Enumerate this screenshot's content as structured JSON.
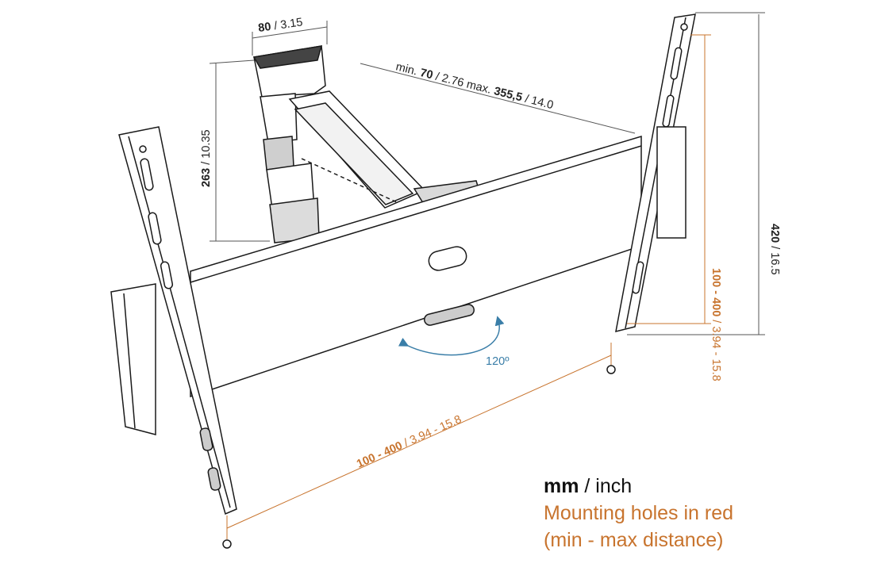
{
  "colors": {
    "line": "#1a1a1a",
    "dim": "#555555",
    "accent": "#c8742e",
    "rotation": "#3a7ea8"
  },
  "dims": {
    "arm_width": {
      "value": "80",
      "sep": " / ",
      "alt": "3.15"
    },
    "arm_depth": {
      "prefix": "min. ",
      "min": "70",
      "mid": " / 2.76 max. ",
      "max": "355,5",
      "suffix": "  / 14.0"
    },
    "arm_height": {
      "value": "263",
      "sep": " / ",
      "alt": "10.35"
    },
    "plate_height": {
      "value": "420",
      "sep": " / ",
      "alt": "16.5"
    },
    "vertical_holes": {
      "value": "100 - 400",
      "sep": " / ",
      "alt": "3.94 - 15.8"
    },
    "horizontal_holes": {
      "value": "100 - 400",
      "sep": " / ",
      "alt": "3.94 - 15.8"
    },
    "rotation": "120º"
  },
  "legend": {
    "unit_bold": "mm",
    "unit_rest": " / inch",
    "line2": "Mounting holes in red",
    "line3": "(min - max distance)"
  }
}
